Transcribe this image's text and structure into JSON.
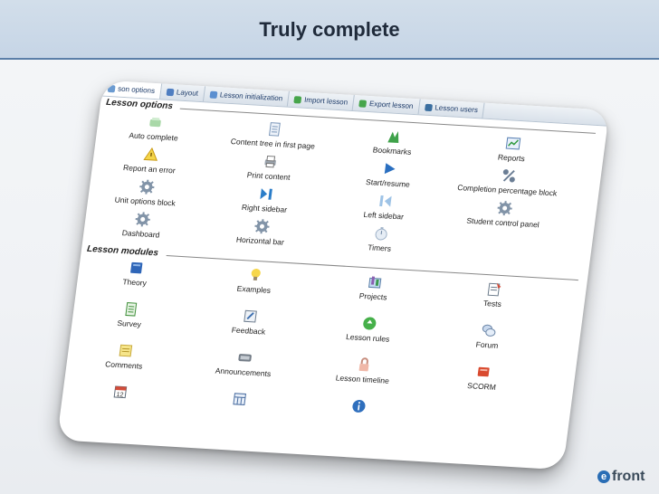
{
  "title": "Truly complete",
  "tabs": [
    {
      "label": "son options",
      "color": "#6b9bd1"
    },
    {
      "label": "Layout",
      "color": "#4f7ec1"
    },
    {
      "label": "Lesson initialization",
      "color": "#5b8fd0"
    },
    {
      "label": "Import lesson",
      "color": "#47a54b"
    },
    {
      "label": "Export lesson",
      "color": "#47a54b"
    },
    {
      "label": "Lesson users",
      "color": "#3b6fa0"
    }
  ],
  "lesson_options": {
    "heading": "Lesson options",
    "items": [
      {
        "label": "Auto complete",
        "icon": "auto-complete-icon"
      },
      {
        "label": "Content tree in first page",
        "icon": "content-tree-icon"
      },
      {
        "label": "Bookmarks",
        "icon": "bookmarks-icon"
      },
      {
        "label": "Reports",
        "icon": "reports-icon"
      },
      {
        "label": "Report an error",
        "icon": "warning-icon"
      },
      {
        "label": "Print content",
        "icon": "printer-icon"
      },
      {
        "label": "Start/resume",
        "icon": "play-icon"
      },
      {
        "label": "Completion percentage block",
        "icon": "percent-icon"
      },
      {
        "label": "Unit options block",
        "icon": "gear-icon"
      },
      {
        "label": "Right sidebar",
        "icon": "right-sidebar-icon"
      },
      {
        "label": "Left sidebar",
        "icon": "left-sidebar-icon"
      },
      {
        "label": "Student control panel",
        "icon": "gear-icon"
      },
      {
        "label": "Dashboard",
        "icon": "gear-icon"
      },
      {
        "label": "Horizontal bar",
        "icon": "gear-icon"
      },
      {
        "label": "Timers",
        "icon": "timer-icon"
      }
    ]
  },
  "lesson_modules": {
    "heading": "Lesson modules",
    "items": [
      {
        "label": "Theory",
        "icon": "book-icon"
      },
      {
        "label": "Examples",
        "icon": "lightbulb-icon"
      },
      {
        "label": "Projects",
        "icon": "projects-icon"
      },
      {
        "label": "Tests",
        "icon": "tests-icon"
      },
      {
        "label": "Survey",
        "icon": "survey-icon"
      },
      {
        "label": "Feedback",
        "icon": "feedback-icon"
      },
      {
        "label": "Lesson rules",
        "icon": "recycle-icon"
      },
      {
        "label": "Forum",
        "icon": "forum-icon"
      },
      {
        "label": "Comments",
        "icon": "comment-note-icon"
      },
      {
        "label": "Announcements",
        "icon": "announcements-icon"
      },
      {
        "label": "Lesson timeline",
        "icon": "lock-icon"
      },
      {
        "label": "SCORM",
        "icon": "scorm-book-icon"
      },
      {
        "label": "",
        "icon": "calendar-icon"
      },
      {
        "label": "",
        "icon": "calendar-grid-icon"
      },
      {
        "label": "",
        "icon": "info-icon"
      }
    ]
  },
  "logo": {
    "text": "front",
    "letter": "e"
  }
}
